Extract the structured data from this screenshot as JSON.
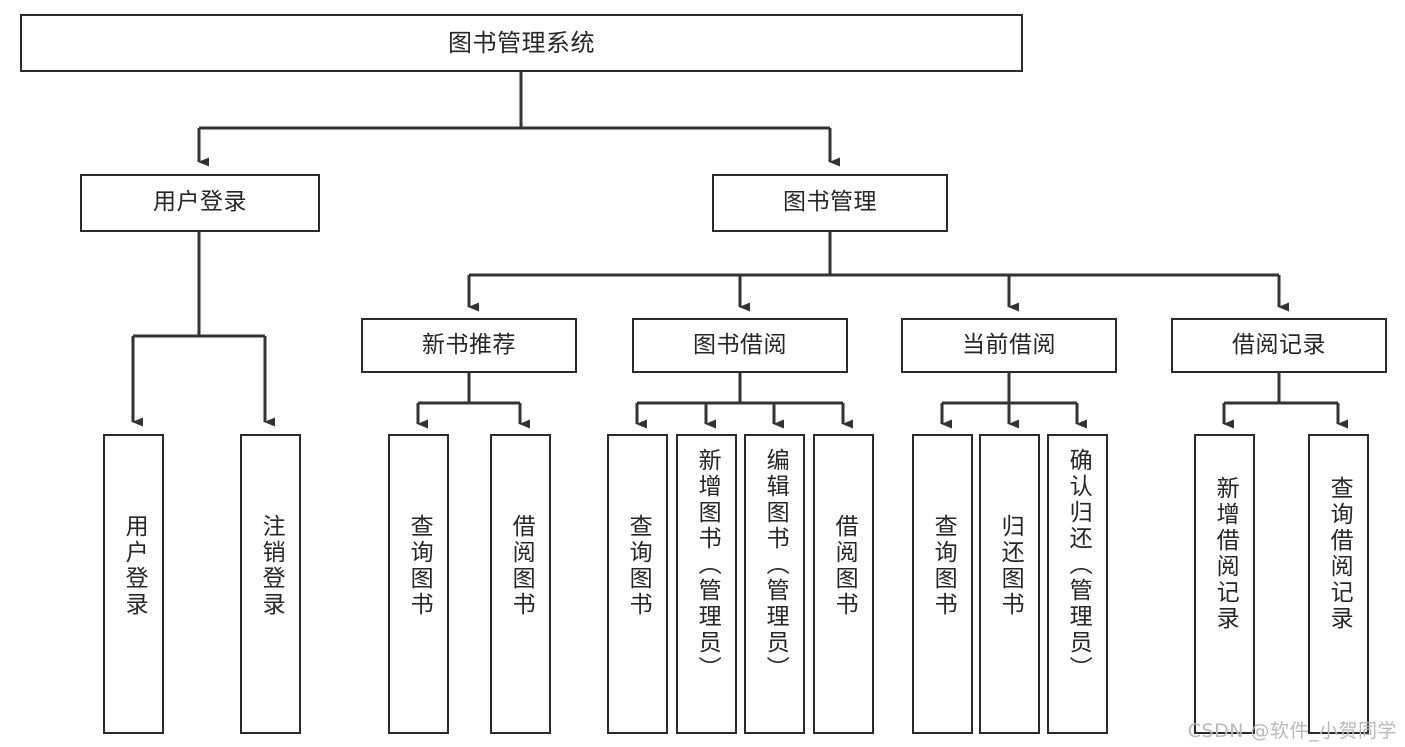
{
  "diagram": {
    "type": "tree-hierarchy-chart",
    "title": "图书管理系统",
    "watermark": "CSDN @软件_小贺同学",
    "colors": {
      "background": "#ffffff",
      "box_border": "#2b2b2b",
      "box_fill": "#ffffff",
      "text": "#262626",
      "connector": "#333333",
      "watermark": "#b9b9b9"
    },
    "levels": [
      {
        "level": 1,
        "nodes": [
          {
            "id": "root",
            "label": "图书管理系统",
            "orientation": "horizontal"
          }
        ]
      },
      {
        "level": 2,
        "nodes": [
          {
            "id": "user-login",
            "label": "用户登录",
            "orientation": "horizontal",
            "parent": "root"
          },
          {
            "id": "book-manage",
            "label": "图书管理",
            "orientation": "horizontal",
            "parent": "root"
          }
        ]
      },
      {
        "level": 3,
        "nodes": [
          {
            "id": "new-book-rec",
            "label": "新书推荐",
            "orientation": "horizontal",
            "parent": "book-manage"
          },
          {
            "id": "book-borrow",
            "label": "图书借阅",
            "orientation": "horizontal",
            "parent": "book-manage"
          },
          {
            "id": "current-borrow",
            "label": "当前借阅",
            "orientation": "horizontal",
            "parent": "book-manage"
          },
          {
            "id": "borrow-record",
            "label": "借阅记录",
            "orientation": "horizontal",
            "parent": "book-manage"
          }
        ]
      },
      {
        "level": 4,
        "nodes": [
          {
            "id": "leaf-user-login",
            "label": "用户登录",
            "orientation": "vertical",
            "parent": "user-login"
          },
          {
            "id": "leaf-logout",
            "label": "注销登录",
            "orientation": "vertical",
            "parent": "user-login"
          },
          {
            "id": "leaf-query-book-1",
            "label": "查询图书",
            "orientation": "vertical",
            "parent": "new-book-rec"
          },
          {
            "id": "leaf-borrow-book-1",
            "label": "借阅图书",
            "orientation": "vertical",
            "parent": "new-book-rec"
          },
          {
            "id": "leaf-query-book-2",
            "label": "查询图书",
            "orientation": "vertical",
            "parent": "book-borrow"
          },
          {
            "id": "leaf-add-book",
            "label": "新增图书（管理员）",
            "orientation": "vertical",
            "parent": "book-borrow"
          },
          {
            "id": "leaf-edit-book",
            "label": "编辑图书（管理员）",
            "orientation": "vertical",
            "parent": "book-borrow"
          },
          {
            "id": "leaf-borrow-book-2",
            "label": "借阅图书",
            "orientation": "vertical",
            "parent": "book-borrow"
          },
          {
            "id": "leaf-query-book-3",
            "label": "查询图书",
            "orientation": "vertical",
            "parent": "current-borrow"
          },
          {
            "id": "leaf-return-book",
            "label": "归还图书",
            "orientation": "vertical",
            "parent": "current-borrow"
          },
          {
            "id": "leaf-confirm-return",
            "label": "确认归还（管理员）",
            "orientation": "vertical",
            "parent": "current-borrow"
          },
          {
            "id": "leaf-add-record",
            "label": "新增借阅记录",
            "orientation": "vertical",
            "parent": "borrow-record"
          },
          {
            "id": "leaf-query-record",
            "label": "查询借阅记录",
            "orientation": "vertical",
            "parent": "borrow-record"
          }
        ]
      }
    ]
  }
}
